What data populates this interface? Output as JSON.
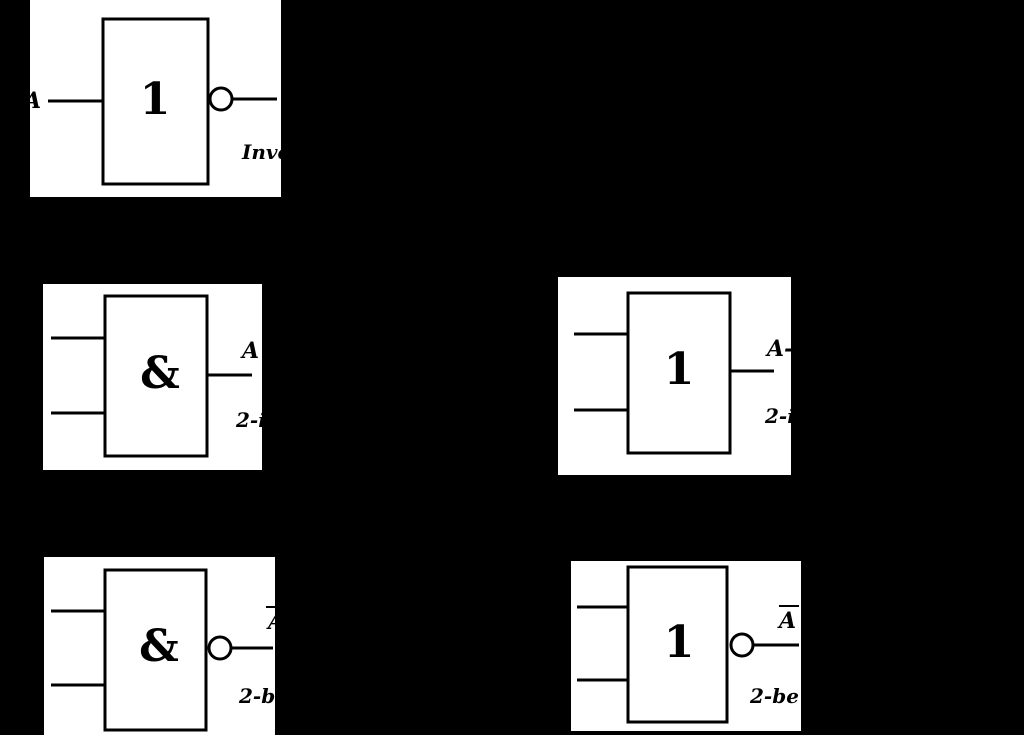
{
  "background_color": "#000000",
  "panel_color": "#ffffff",
  "stroke_color": "#000000",
  "gates": {
    "inverter": {
      "symbol": "1",
      "input_label": "A",
      "caption": "Inve"
    },
    "and2": {
      "symbol": "&",
      "output_label": "A",
      "caption": "2-i"
    },
    "or2": {
      "symbol": "1",
      "output_label": "A-",
      "caption": "2-i"
    },
    "nand2": {
      "symbol": "&",
      "output_label": "A",
      "caption": "2-b"
    },
    "nor2": {
      "symbol": "1",
      "output_label": "A",
      "caption": "2-be"
    }
  }
}
